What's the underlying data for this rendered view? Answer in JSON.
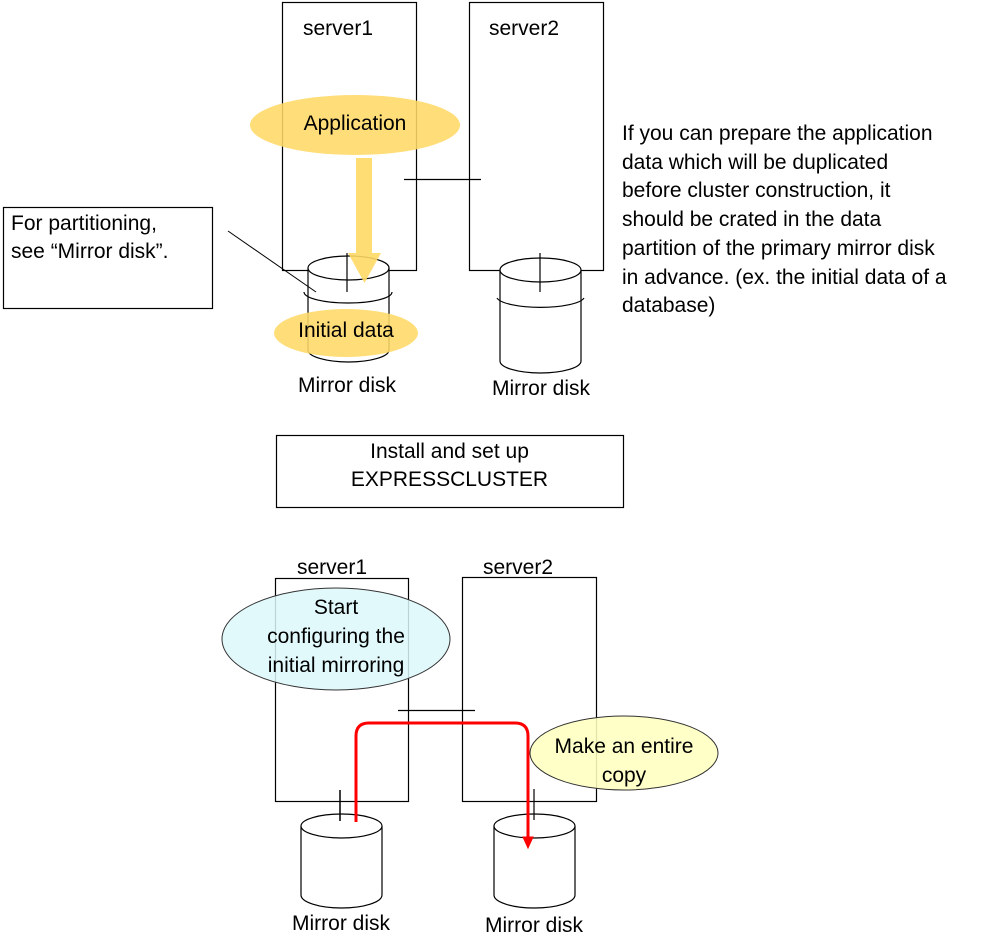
{
  "top_section": {
    "server1_label": "server1",
    "server2_label": "server2",
    "application_label": "Application",
    "initial_data_label": "Initial data",
    "disk1_label": "Mirror disk",
    "disk2_label": "Mirror disk",
    "note_box": {
      "line1": "For partitioning,",
      "line2": "see “Mirror disk”."
    },
    "description": [
      "If you can prepare the application",
      "data which will be duplicated",
      "before cluster construction, it",
      "should be crated in the data",
      "partition of the primary mirror disk",
      "in advance. (ex. the initial data of a",
      "database)"
    ]
  },
  "step_box": {
    "line1": "Install and set up",
    "line2": "EXPRESSCLUSTER"
  },
  "bottom_section": {
    "server1_label": "server1",
    "server2_label": "server2",
    "start_bubble": [
      "Start",
      "configuring the",
      "initial mirroring"
    ],
    "copy_bubble": [
      "Make an entire",
      "copy"
    ],
    "disk1_label": "Mirror disk",
    "disk2_label": "Mirror disk"
  },
  "colors": {
    "application_fill": "#FFD966",
    "start_bubble_fill": "#DDF8FB",
    "copy_bubble_fill": "#FFFFC0",
    "copy_arrow": "#FF0000"
  }
}
